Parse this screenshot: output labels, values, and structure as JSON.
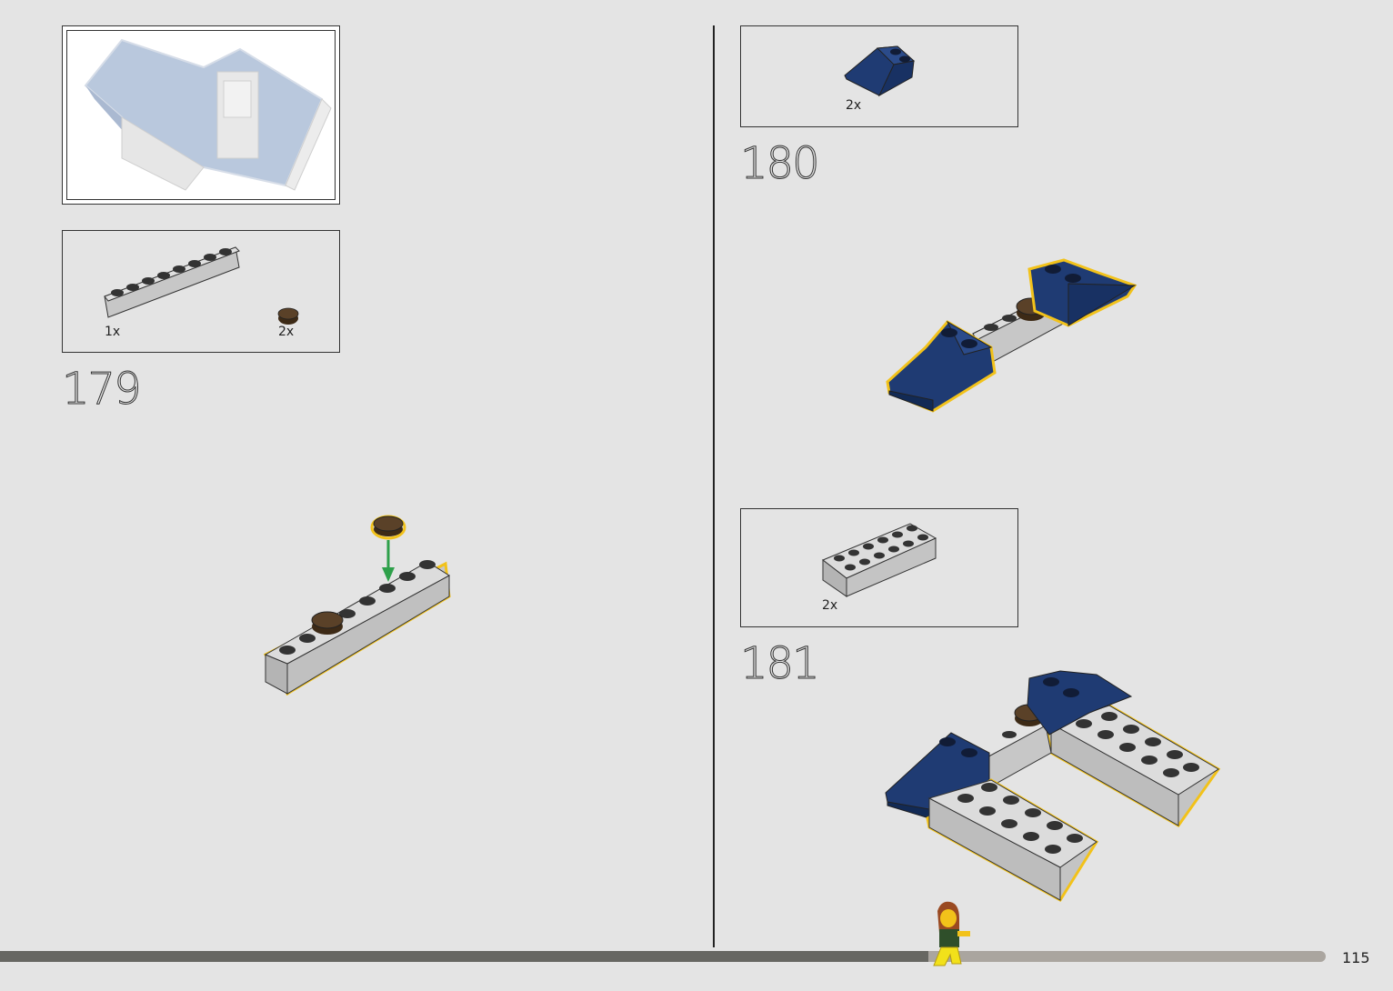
{
  "page": {
    "number": "115"
  },
  "progress": {
    "fraction": 0.7
  },
  "colors": {
    "background": "#e4e4e4",
    "brick_gray": "#c7c7c7",
    "brick_blue": "#1f3b73",
    "brick_brown": "#3d2a16",
    "highlight": "#f2c21a",
    "arrow": "#2ea04a",
    "progress_dark": "#676762",
    "progress_light": "#aaa59f"
  },
  "left_column": {
    "preview": {
      "icon": "roof-model-preview"
    },
    "step179": {
      "number": "179",
      "parts": [
        {
          "icon": "gray-1x8-plate-icon",
          "qty": "1x"
        },
        {
          "icon": "brown-round-tile-icon",
          "qty": "2x"
        }
      ]
    }
  },
  "right_column": {
    "step180": {
      "number": "180",
      "parts": [
        {
          "icon": "blue-slope-brick-icon",
          "qty": "2x"
        }
      ]
    },
    "step181": {
      "number": "181",
      "parts": [
        {
          "icon": "gray-2x6-brick-icon",
          "qty": "2x"
        }
      ]
    }
  }
}
